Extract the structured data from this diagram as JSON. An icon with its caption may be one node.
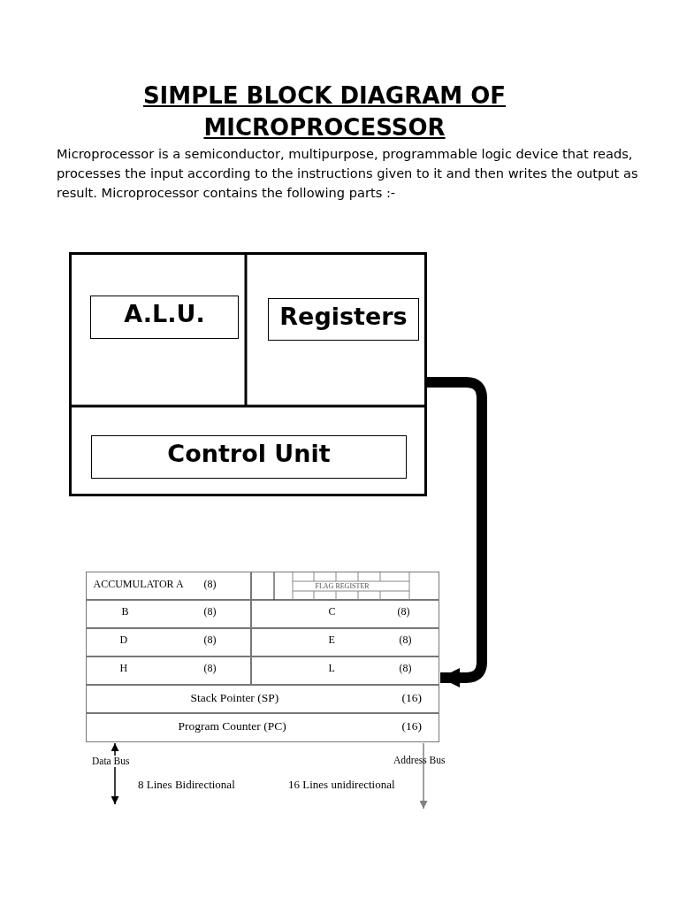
{
  "diagram": {
    "title": "SIMPLE BLOCK DIAGRAM OF MICROPROCESSOR",
    "nodes": [
      {
        "text": [],
        "shape": "box"
      },
      {
        "text": [
          "A.L.U."
        ],
        "in": 0
      },
      {
        "text": [
          "Registers"
        ],
        "in": 0
      },
      {
        "text": [
          "Control Unit"
        ],
        "in": 0
      },
      {
        "text": [],
        "shape": "box"
      },
      {
        "text": [
          "ACCUMULATOR  A",
          "(8)"
        ],
        "in": 4
      },
      {
        "text": [
          "FLAG REGISTER"
        ],
        "in": 4
      },
      {
        "text": [
          "B",
          "(8)"
        ],
        "in": 4
      },
      {
        "text": [
          "C",
          "(8)"
        ],
        "in": 4
      },
      {
        "text": [
          "D",
          "(8)"
        ],
        "in": 4
      },
      {
        "text": [
          "E",
          "(8)"
        ],
        "in": 4
      },
      {
        "text": [
          "H",
          "(8)"
        ],
        "in": 4
      },
      {
        "text": [
          "L",
          "(8)"
        ],
        "in": 4
      },
      {
        "text": [
          "Stack Pointer (SP)",
          "(16)"
        ],
        "in": 4
      },
      {
        "text": [
          "Program Counter (PC)",
          "(16)"
        ],
        "in": 4
      }
    ],
    "edges": [
      {
        "from": 0,
        "to": 4,
        "arrow": "to",
        "style": "thick"
      },
      {
        "from": 4,
        "to": null,
        "arrow": "both"
      },
      {
        "from": 4,
        "to": null,
        "arrow": "to",
        "color": "#808080"
      }
    ],
    "labels": [
      "Microprocessor is a semiconductor, multipurpose, programmable logic device that reads, processes the input according to the instructions given to it and then writes the output as result. Microprocessor contains the following parts :-",
      "Data Bus",
      "8 Lines Bidirectional",
      "16 Lines unidirectional",
      "Address Bus"
    ]
  }
}
